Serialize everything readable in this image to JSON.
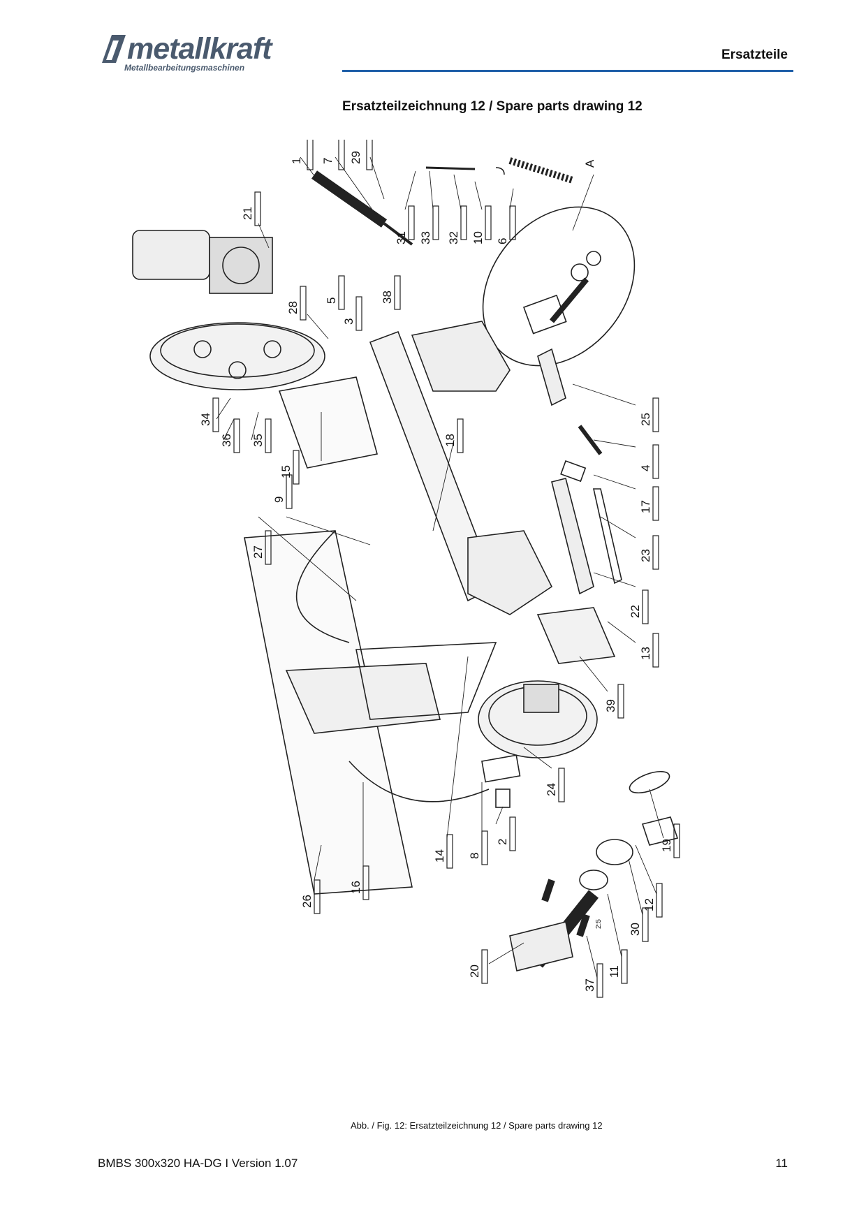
{
  "header": {
    "brand": "metallkraft",
    "brand_tagline": "Metallbearbeitungsmaschinen",
    "section": "Ersatzteile"
  },
  "drawing": {
    "title": "Ersatzteilzeichnung 12 / Spare parts drawing 12",
    "detail_label": "A",
    "detail_scale": "2:5",
    "callouts": [
      "1",
      "7",
      "29",
      "31",
      "33",
      "32",
      "10",
      "6",
      "A",
      "21",
      "28",
      "5",
      "3",
      "38",
      "25",
      "4",
      "17",
      "23",
      "22",
      "13",
      "39",
      "24",
      "2",
      "8",
      "14",
      "16",
      "26",
      "19",
      "12",
      "30",
      "11",
      "37",
      "20",
      "34",
      "36",
      "35",
      "15",
      "9",
      "27",
      "18"
    ]
  },
  "caption": "Abb. / Fig. 12: Ersatzteilzeichnung 12 / Spare parts drawing 12",
  "footer": {
    "document": "BMBS 300x320 HA-DG I Version 1.07",
    "page": "11"
  },
  "colors": {
    "header_rule": "#1f5fa8",
    "logo": "#4a5a6e"
  }
}
